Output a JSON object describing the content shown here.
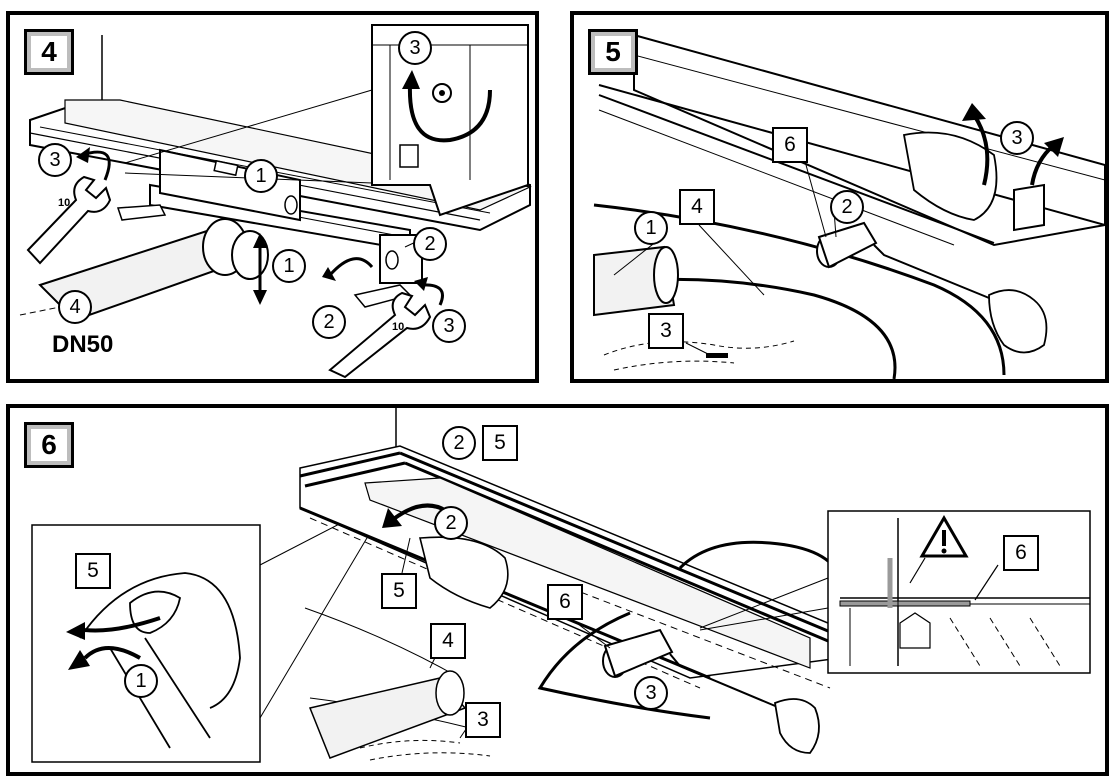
{
  "panels": [
    {
      "step": "4",
      "pipe_label": "DN50",
      "wrench_size": "10",
      "callouts": {
        "c1": "1",
        "c2": "2",
        "c3": "3",
        "c4": "4"
      }
    },
    {
      "step": "5",
      "callouts": {
        "c1": "1",
        "c2": "2",
        "c3": "3",
        "s3": "3",
        "s4": "4",
        "s6": "6"
      }
    },
    {
      "step": "6",
      "callouts": {
        "c1": "1",
        "c2": "2",
        "c3": "3",
        "s3": "3",
        "s4": "4",
        "s5": "5",
        "s6": "6"
      }
    }
  ],
  "colors": {
    "line": "#000000",
    "panel_bg": "#ffffff",
    "badge_inner_border": "#bdbdbd",
    "pipe": "#f2f2f2",
    "floor_gray": "#9a9a9a"
  }
}
